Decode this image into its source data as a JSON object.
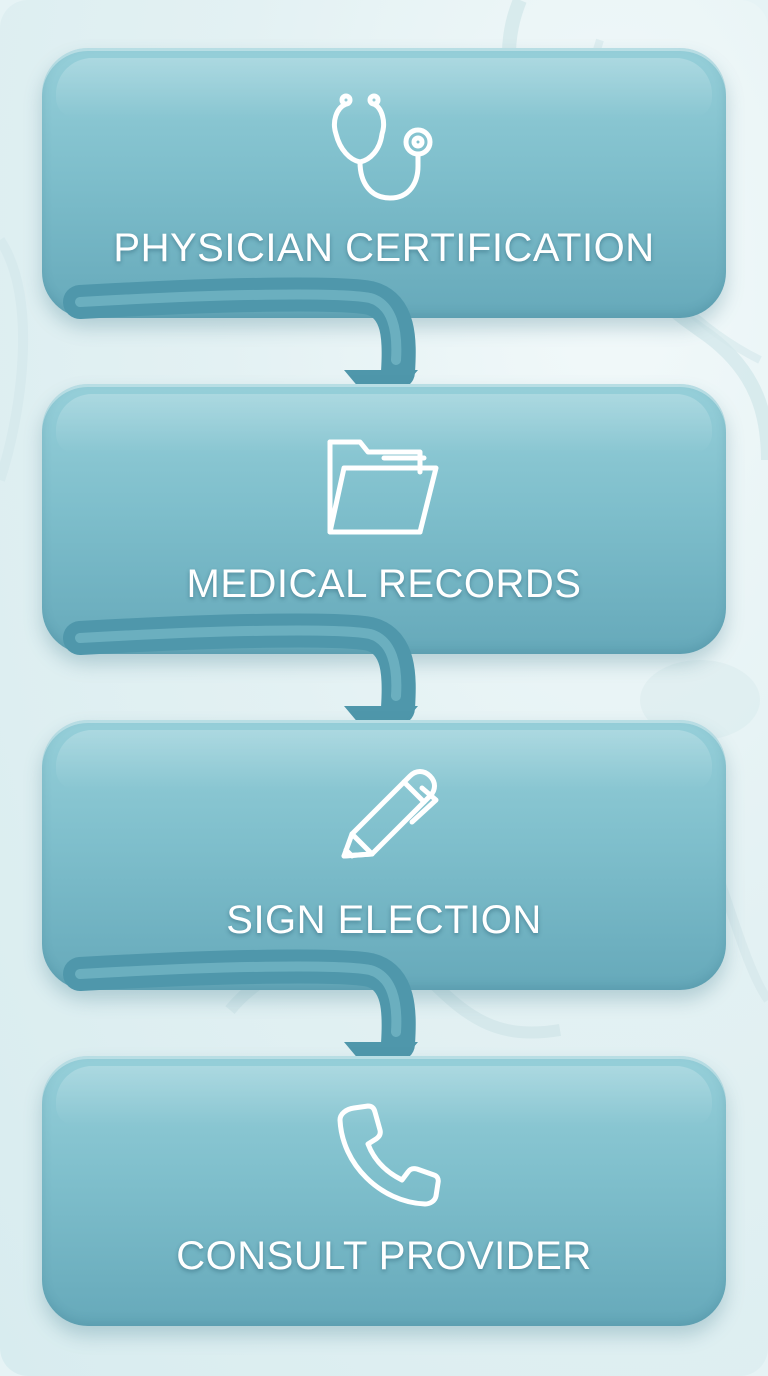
{
  "steps": [
    {
      "label": "PHYSICIAN CERTIFICATION",
      "icon": "stethoscope-icon"
    },
    {
      "label": "MEDICAL RECORDS",
      "icon": "folder-icon"
    },
    {
      "label": "SIGN ELECTION",
      "icon": "pen-icon"
    },
    {
      "label": "CONSULT PROVIDER",
      "icon": "phone-icon"
    }
  ],
  "colors": {
    "box_top": "#96cfd9",
    "box_bottom": "#66a9ba",
    "arrow": "#4f97ab",
    "text": "#ffffff",
    "background": "#e3f1f3"
  }
}
